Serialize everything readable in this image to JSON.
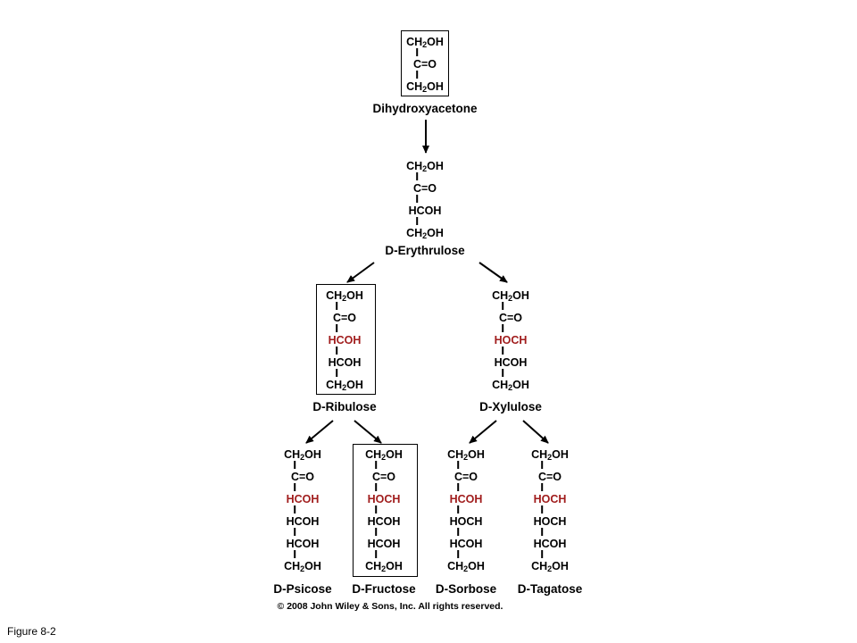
{
  "figure_label": "Figure 8-2",
  "copyright": "© 2008 John Wiley & Sons, Inc. All rights reserved.",
  "colors": {
    "highlight": "#a01c1c",
    "text": "#000000"
  },
  "molecules": {
    "dihydroxyacetone": {
      "name": "Dihydroxyacetone",
      "lines": [
        {
          "t": "CH₂OH",
          "red": false
        },
        {
          "t": "C=O",
          "red": false
        },
        {
          "t": "CH₂OH",
          "red": false
        }
      ]
    },
    "erythrulose": {
      "name": "D-Erythrulose",
      "lines": [
        {
          "t": "CH₂OH",
          "red": false
        },
        {
          "t": "C=O",
          "red": false
        },
        {
          "t": "HCOH",
          "red": false
        },
        {
          "t": "CH₂OH",
          "red": false
        }
      ]
    },
    "ribulose": {
      "name": "D-Ribulose",
      "lines": [
        {
          "t": "CH₂OH",
          "red": false
        },
        {
          "t": "C=O",
          "red": false
        },
        {
          "t": "HCOH",
          "red": true
        },
        {
          "t": "HCOH",
          "red": false
        },
        {
          "t": "CH₂OH",
          "red": false
        }
      ]
    },
    "xylulose": {
      "name": "D-Xylulose",
      "lines": [
        {
          "t": "CH₂OH",
          "red": false
        },
        {
          "t": "C=O",
          "red": false
        },
        {
          "t": "HOCH",
          "red": true
        },
        {
          "t": "HCOH",
          "red": false
        },
        {
          "t": "CH₂OH",
          "red": false
        }
      ]
    },
    "psicose": {
      "name": "D-Psicose",
      "lines": [
        {
          "t": "CH₂OH",
          "red": false
        },
        {
          "t": "C=O",
          "red": false
        },
        {
          "t": "HCOH",
          "red": true
        },
        {
          "t": "HCOH",
          "red": false
        },
        {
          "t": "HCOH",
          "red": false
        },
        {
          "t": "CH₂OH",
          "red": false
        }
      ]
    },
    "fructose": {
      "name": "D-Fructose",
      "lines": [
        {
          "t": "CH₂OH",
          "red": false
        },
        {
          "t": "C=O",
          "red": false
        },
        {
          "t": "HOCH",
          "red": true
        },
        {
          "t": "HCOH",
          "red": false
        },
        {
          "t": "HCOH",
          "red": false
        },
        {
          "t": "CH₂OH",
          "red": false
        }
      ]
    },
    "sorbose": {
      "name": "D-Sorbose",
      "lines": [
        {
          "t": "CH₂OH",
          "red": false
        },
        {
          "t": "C=O",
          "red": false
        },
        {
          "t": "HCOH",
          "red": true
        },
        {
          "t": "HOCH",
          "red": false
        },
        {
          "t": "HCOH",
          "red": false
        },
        {
          "t": "CH₂OH",
          "red": false
        }
      ]
    },
    "tagatose": {
      "name": "D-Tagatose",
      "lines": [
        {
          "t": "CH₂OH",
          "red": false
        },
        {
          "t": "C=O",
          "red": false
        },
        {
          "t": "HOCH",
          "red": true
        },
        {
          "t": "HOCH",
          "red": false
        },
        {
          "t": "HCOH",
          "red": false
        },
        {
          "t": "CH₂OH",
          "red": false
        }
      ]
    }
  }
}
